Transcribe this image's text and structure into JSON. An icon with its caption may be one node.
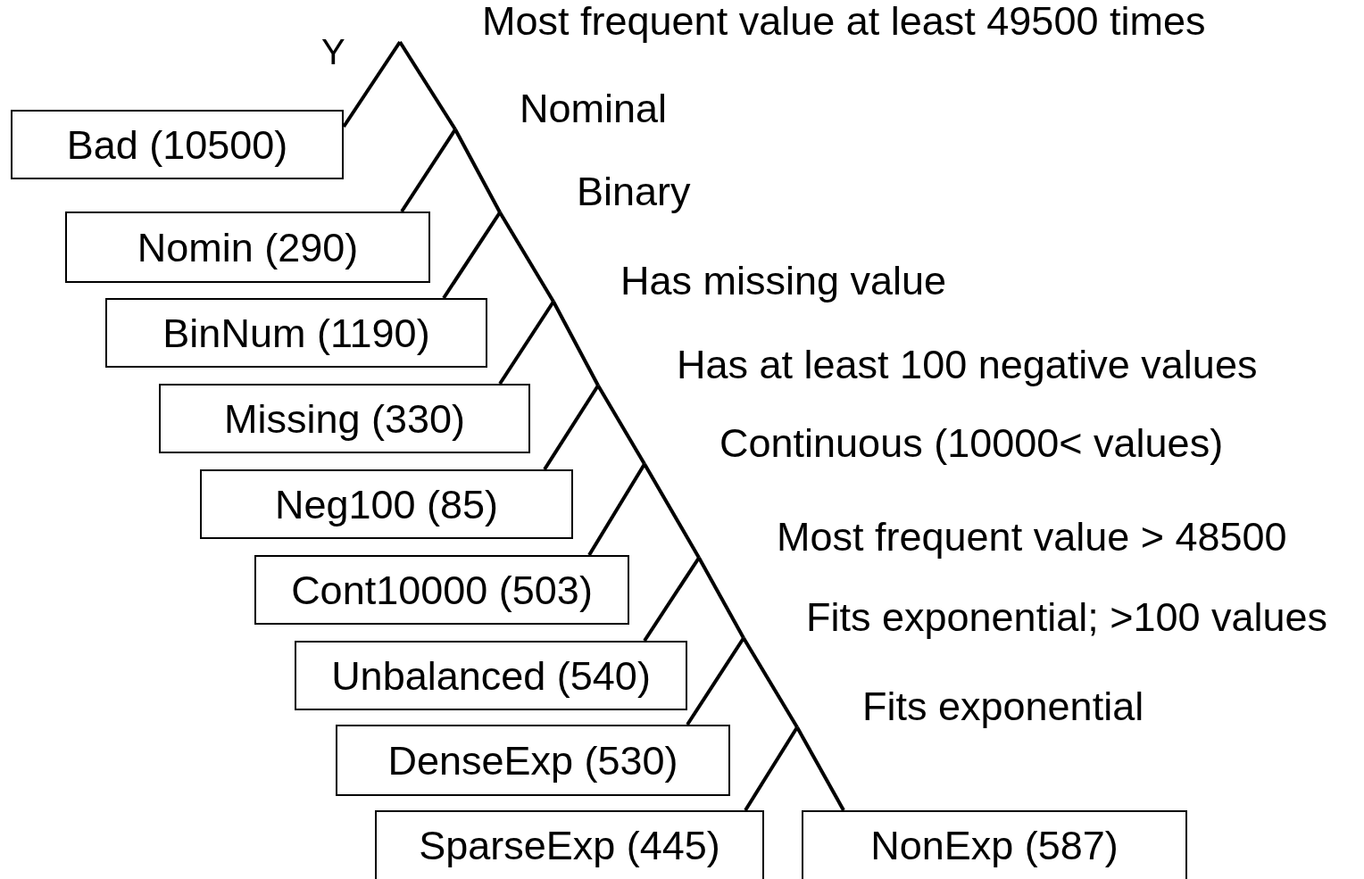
{
  "diagram": {
    "nodes": [
      {
        "text": [
          "Most frequent value at least 49500 times"
        ]
      },
      {
        "text": [
          "Bad (10500)"
        ]
      },
      {
        "text": [
          "Nominal"
        ]
      },
      {
        "text": [
          "Nomin (290)"
        ]
      },
      {
        "text": [
          "Binary"
        ]
      },
      {
        "text": [
          "BinNum (1190)"
        ]
      },
      {
        "text": [
          "Has missing value"
        ]
      },
      {
        "text": [
          "Missing (330)"
        ]
      },
      {
        "text": [
          "Has at least 100 negative values"
        ]
      },
      {
        "text": [
          "Neg100 (85)"
        ]
      },
      {
        "text": [
          "Continuous (10000< values)"
        ]
      },
      {
        "text": [
          "Cont10000 (503)"
        ]
      },
      {
        "text": [
          "Most frequent value > 48500"
        ]
      },
      {
        "text": [
          "Unbalanced (540)"
        ]
      },
      {
        "text": [
          "Fits exponential; >100 values"
        ]
      },
      {
        "text": [
          "DenseExp (530)"
        ]
      },
      {
        "text": [
          "Fits exponential"
        ]
      },
      {
        "text": [
          "SparseExp (445)"
        ]
      },
      {
        "text": [
          "NonExp (587)"
        ]
      }
    ],
    "edges": [
      {
        "from": 0,
        "to": 1,
        "arrow": "none",
        "label": "Y"
      },
      {
        "from": 0,
        "to": 2,
        "arrow": "none"
      },
      {
        "from": 2,
        "to": 3,
        "arrow": "none"
      },
      {
        "from": 2,
        "to": 4,
        "arrow": "none"
      },
      {
        "from": 4,
        "to": 5,
        "arrow": "none"
      },
      {
        "from": 4,
        "to": 6,
        "arrow": "none"
      },
      {
        "from": 6,
        "to": 7,
        "arrow": "none"
      },
      {
        "from": 6,
        "to": 8,
        "arrow": "none"
      },
      {
        "from": 8,
        "to": 9,
        "arrow": "none"
      },
      {
        "from": 8,
        "to": 10,
        "arrow": "none"
      },
      {
        "from": 10,
        "to": 11,
        "arrow": "none"
      },
      {
        "from": 10,
        "to": 12,
        "arrow": "none"
      },
      {
        "from": 12,
        "to": 13,
        "arrow": "none"
      },
      {
        "from": 12,
        "to": 14,
        "arrow": "none"
      },
      {
        "from": 14,
        "to": 15,
        "arrow": "none"
      },
      {
        "from": 14,
        "to": 16,
        "arrow": "none"
      },
      {
        "from": 16,
        "to": 17,
        "arrow": "none"
      },
      {
        "from": 16,
        "to": 18,
        "arrow": "none"
      }
    ]
  }
}
